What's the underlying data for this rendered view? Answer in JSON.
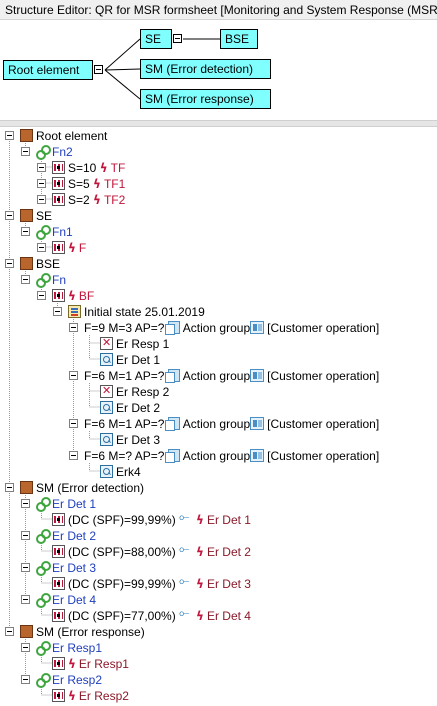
{
  "window": {
    "title": "Structure Editor: QR for MSR formsheet [Monitoring and System Response (MSR)]"
  },
  "diagram": {
    "root": "Root element",
    "se": "SE",
    "bse": "BSE",
    "sm_det": "SM (Error detection)",
    "sm_resp": "SM (Error response)"
  },
  "tree": {
    "root": "Root element",
    "fn2": "Fn2",
    "s10": "S=10",
    "tf": "TF",
    "s5": "S=5",
    "tf1": "TF1",
    "s2": "S=2",
    "tf2": "TF2",
    "se": "SE",
    "fn1": "Fn1",
    "f": "F",
    "bse": "BSE",
    "fn": "Fn",
    "bf": "BF",
    "initial_state": "Initial state 25.01.2019",
    "rows": [
      {
        "params": "F=9 M=3 AP=?",
        "ag": "Action group",
        "co": "[Customer operation]"
      },
      {
        "params": "F=6 M=1 AP=?",
        "ag": "Action group",
        "co": "[Customer operation]"
      },
      {
        "params": "F=6 M=1 AP=?",
        "ag": "Action group",
        "co": "[Customer operation]"
      },
      {
        "params": "F=6 M=? AP=?",
        "ag": "Action group",
        "co": "[Customer operation]"
      }
    ],
    "er_resp_1": "Er Resp 1",
    "er_det_1": "Er Det 1",
    "er_resp_2": "Er Resp 2",
    "er_det_2": "Er Det 2",
    "er_det_3": "Er Det 3",
    "erk4": "Erk4",
    "sm_det": "SM (Error detection)",
    "det_items": [
      {
        "name": "Er Det 1",
        "dc": "(DC (SPF)=99,99%)",
        "link": "Er Det 1"
      },
      {
        "name": "Er Det 2",
        "dc": "(DC (SPF)=88,00%)",
        "link": "Er Det 2"
      },
      {
        "name": "Er Det 3",
        "dc": "(DC (SPF)=99,99%)",
        "link": "Er Det 3"
      },
      {
        "name": "Er Det 4",
        "dc": "(DC (SPF)=77,00%)",
        "link": "Er Det 4"
      }
    ],
    "sm_resp": "SM (Error response)",
    "resp_items": [
      {
        "name": "Er Resp1",
        "link": "Er Resp1"
      },
      {
        "name": "Er Resp2",
        "link": "Er Resp2"
      }
    ]
  },
  "colors": {
    "node_fill": "#80ffff",
    "failure_red": "#c0153a",
    "link_blue": "#1f3fbf",
    "block_brown": "#b8652e"
  },
  "icons": {
    "block": "block-icon",
    "function": "function-icon",
    "failure_mode": "failure-mode-icon",
    "bolt": "lightning-icon",
    "state": "state-icon",
    "action_group": "action-group-icon",
    "customer_operation": "customer-operation-icon"
  }
}
